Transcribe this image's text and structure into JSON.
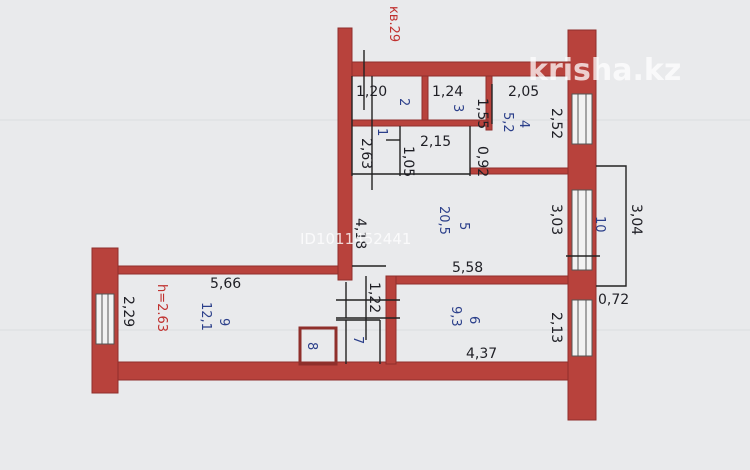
{
  "apartment_label": "кв.29",
  "ceiling_height": "h=2.63",
  "watermark": {
    "brand": "krisha.kz",
    "id": "ID1011452441"
  },
  "dimensions": {
    "d_1_20": "1,20",
    "d_1_24": "1,24",
    "d_2_05": "2,05",
    "d_2_52": "2,52",
    "d_1_55": "1,55",
    "d_2_63": "2,63",
    "d_1_05": "1,05",
    "d_2_15": "2,15",
    "d_0_92": "0,92",
    "d_3_03": "3,03",
    "d_3_04": "3,04",
    "d_4_18": "4,18",
    "d_5_58": "5,58",
    "d_5_66": "5,66",
    "d_2_29": "2,29",
    "d_1_22": "1,22",
    "d_2_13": "2,13",
    "d_0_72": "0,72",
    "d_4_37": "4,37"
  },
  "rooms": [
    {
      "number": "1",
      "area": ""
    },
    {
      "number": "2",
      "area": ""
    },
    {
      "number": "3",
      "area": ""
    },
    {
      "number": "4",
      "area": "5,2"
    },
    {
      "number": "5",
      "area": "20,5"
    },
    {
      "number": "6",
      "area": "9,3"
    },
    {
      "number": "7",
      "area": ""
    },
    {
      "number": "8",
      "area": ""
    },
    {
      "number": "9",
      "area": "12,1"
    },
    {
      "number": "10",
      "area": ""
    }
  ],
  "colors": {
    "wall": "#b8423c",
    "dim_text": "#1f1f25",
    "room_text": "#2b3f8a",
    "label_red": "#c0312f",
    "paper": "#e9eaec"
  }
}
